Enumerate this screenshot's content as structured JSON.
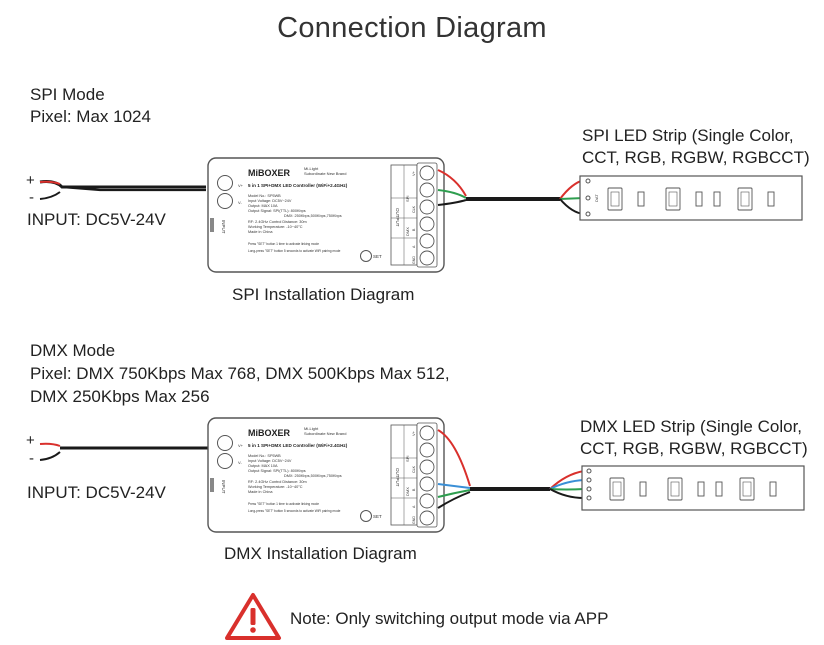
{
  "title": "Connection Diagram",
  "spi": {
    "mode": "SPI Mode",
    "pixel": "Pixel: Max 1024",
    "input": "INPUT: DC5V-24V",
    "plus": "+",
    "minus": "-",
    "strip_line1": "SPI LED Strip (Single Color,",
    "strip_line2": "CCT, RGB, RGBW, RGBCCT)",
    "caption": "SPI Installation Diagram"
  },
  "dmx": {
    "mode": "DMX Mode",
    "pixel_line1": "Pixel: DMX 750Kbps Max 768, DMX 500Kbps Max 512,",
    "pixel_line2": "DMX 250Kbps Max 256",
    "input": "INPUT: DC5V-24V",
    "plus": "+",
    "minus": "-",
    "strip_line1": "DMX LED Strip (Single Color,",
    "strip_line2": "CCT, RGB, RGBW, RGBCCT)",
    "caption": "DMX Installation Diagram"
  },
  "controller": {
    "brand": "MiBOXER",
    "brand_tag1": "Mi-Light",
    "brand_tag2": "Subordinate New Brand",
    "product": "5 in 1 SPI+DMX LED Controller (WiFi+2.4GHz)",
    "model": "Model No.: SP5WB",
    "voltage": "Input Voltage: DC5V~24V",
    "output_max": "Output: MAX 10A",
    "signal": "Output Signal: SPI(TTL): 800Kbps",
    "dmx_rate": "DMX: 250Kbps,500Kbps,750Kbps",
    "rf": "RF: 2.4GHz  Control Distance: 30m",
    "temp": "Working Temperature: -10~40°C",
    "made": "Made in China",
    "hint1": "Press \"SET\" button 1 time to activate linking mode",
    "hint2": "Long-press \"SET\" button 5 seconds to activate WiFi pairing mode",
    "set": "SET",
    "input_label": "INPUT",
    "output_label": "OUTPUT",
    "spi_label": "SPI",
    "dmx_label": "DMX",
    "vplus": "V+",
    "vminus": "V-",
    "pin_b": "B",
    "pin_a": "A",
    "pin_gnd": "GND",
    "pin_dat": "DAT",
    "pin_clk": "CLK"
  },
  "note": "Note: Only switching output mode via APP",
  "colors": {
    "wire_red": "#d9302c",
    "wire_black": "#1a1a1a",
    "wire_green": "#2e9e4f",
    "wire_blue": "#3a8fd6",
    "warning": "#d9302c",
    "outline": "#555555"
  }
}
